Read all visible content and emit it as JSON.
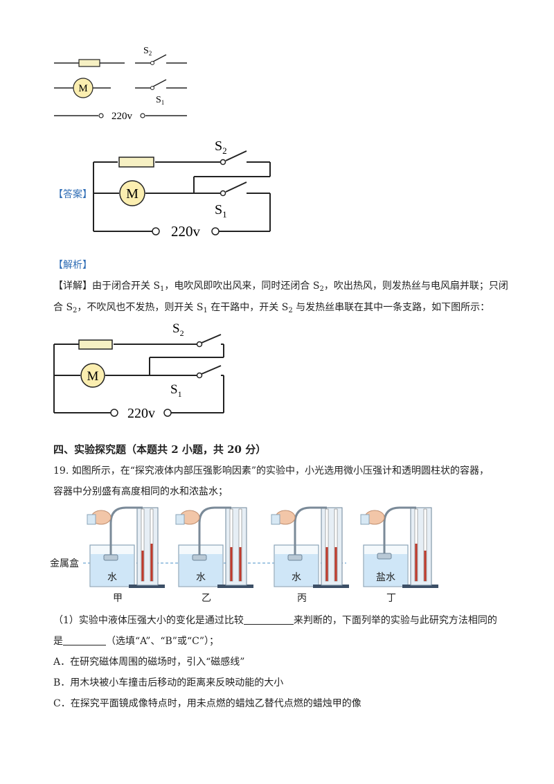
{
  "circuit_labels": {
    "s1": "S",
    "s1_sub": "1",
    "s2": "S",
    "s2_sub": "2",
    "motor": "M",
    "voltage": "220v"
  },
  "answer_tag": "【答案】",
  "analysis_tag": "【解析】",
  "detail": {
    "line1_parts": [
      "【详解】由于闭合开关 S",
      "1",
      "，电吹风即吹出风来，同时还闭合 S",
      "2",
      "，吹出热风，则发热丝与电风扇并联；只闭"
    ],
    "line2_parts": [
      "合 S",
      "2",
      "，不吹风也不发热，则开关 S",
      "1",
      " 在干路中，开关 S",
      "2",
      " 与发热丝串联在其中一条支路，如下图所示："
    ]
  },
  "section_heading": "四、实验探究题（本题共 2 小题，共 20 分）",
  "question19": {
    "line1": "19. 如图所示，在“探究液体内部压强影响因素”的实验中，小光选用微小压强计和透明圆柱状的容器，",
    "line2": "容器中分别盛有高度相同的水和浓盐水；",
    "figure": {
      "side_label": "金属盒",
      "liquids": [
        "水",
        "水",
        "水",
        "盐水"
      ],
      "captions": [
        "甲",
        "乙",
        "丙",
        "丁"
      ]
    },
    "part1_a": "（1）实验中液体压强大小的变化是通过比较",
    "part1_b": "来判断的，下面列举的实验与此研究方法相同的",
    "part1_c": "是",
    "part1_d": "（选填“A”、“B”或“C”）；",
    "options": [
      "A．在研究磁体周围的磁场时，引入“磁感线”",
      "B．用木块被小车撞击后移动的距离来反映动能的大小",
      "C．在探究平面镜成像特点时，用未点燃的蜡烛乙替代点燃的蜡烛甲的像"
    ]
  },
  "colors": {
    "resistor_fill": "#f6f0c3",
    "motor_fill": "#fbeeb0",
    "accent_blue": "#2f6db5",
    "water_blue": "#cfe6f7",
    "gauge_red": "#c0392b"
  }
}
